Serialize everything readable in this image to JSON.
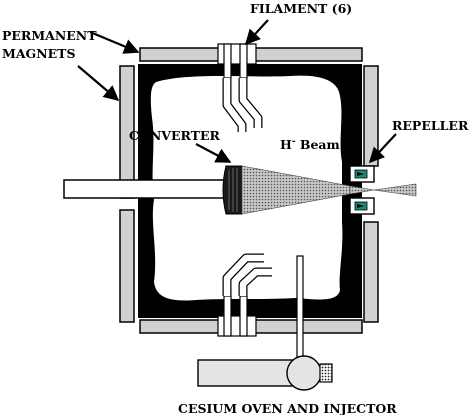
{
  "labels": {
    "filament": "FILAMENT (6)",
    "permanent": "PERMANENT",
    "magnets": "MAGNETS",
    "repeller": "REPELLER",
    "converter": "CONVERTER",
    "beam_prefix": "H",
    "beam_sup": "-",
    "beam_suffix": " Beam",
    "cesium": "CESIUM OVEN AND INJECTOR"
  },
  "colors": {
    "magnet_fill": "#d0d0d0",
    "chamber_fill": "#000000",
    "plasma_fill": "#ffffff",
    "cone_fill": "#bdbdbd",
    "repeller_fill": "#1a8a7a",
    "oven_fill": "#e4e4e4"
  }
}
